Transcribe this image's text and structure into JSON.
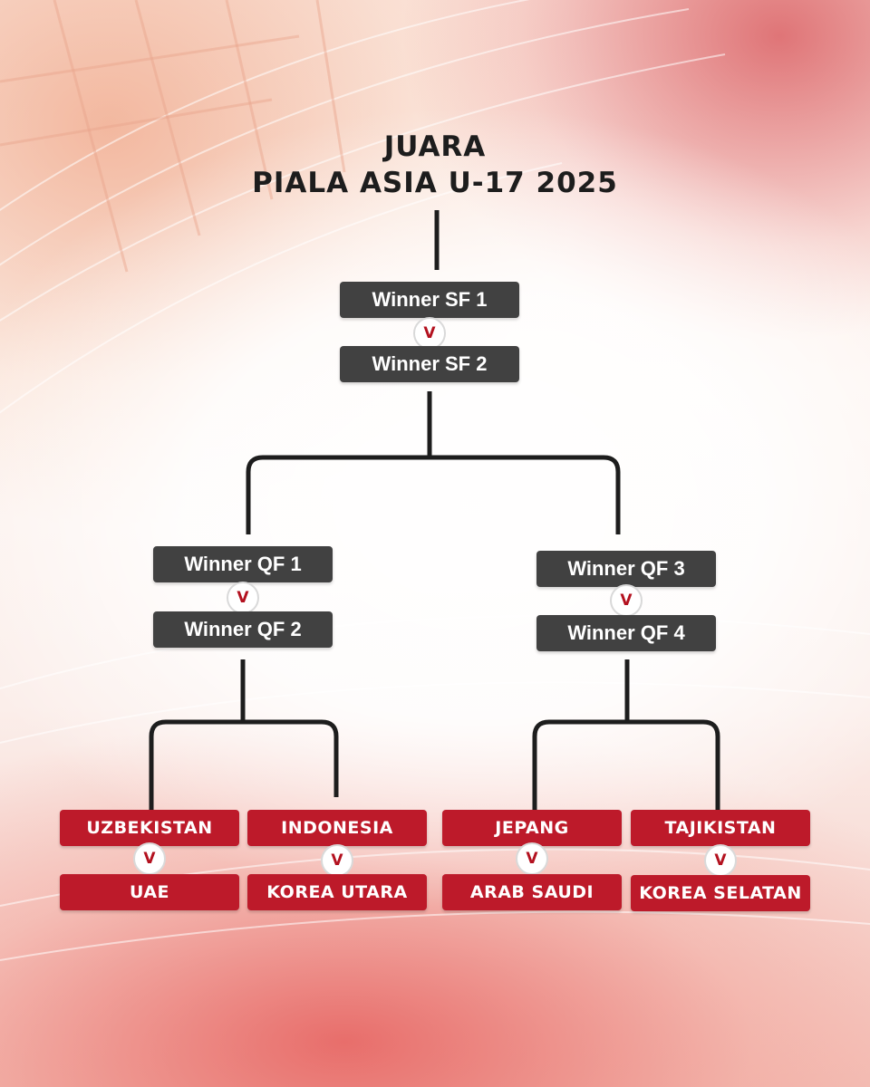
{
  "title": {
    "line1": "JUARA",
    "line2": "PIALA ASIA U-17 2025"
  },
  "vs_label": "V",
  "final": {
    "top": "Winner SF 1",
    "bottom": "Winner SF 2"
  },
  "semifinals": [
    {
      "top": "Winner QF 1",
      "bottom": "Winner QF 2"
    },
    {
      "top": "Winner QF 3",
      "bottom": "Winner QF 4"
    }
  ],
  "quarterfinals": [
    {
      "top": "UZBEKISTAN",
      "bottom": "UAE"
    },
    {
      "top": "INDONESIA",
      "bottom": "KOREA UTARA"
    },
    {
      "top": "JEPANG",
      "bottom": "ARAB SAUDI"
    },
    {
      "top": "TAJIKISTAN",
      "bottom": "KOREA SELATAN"
    }
  ],
  "colors": {
    "match_box_dark": "#414141",
    "match_box_red": "#bd1a2a",
    "vs_text": "#b3111f",
    "connector": "#1d1d1d"
  }
}
